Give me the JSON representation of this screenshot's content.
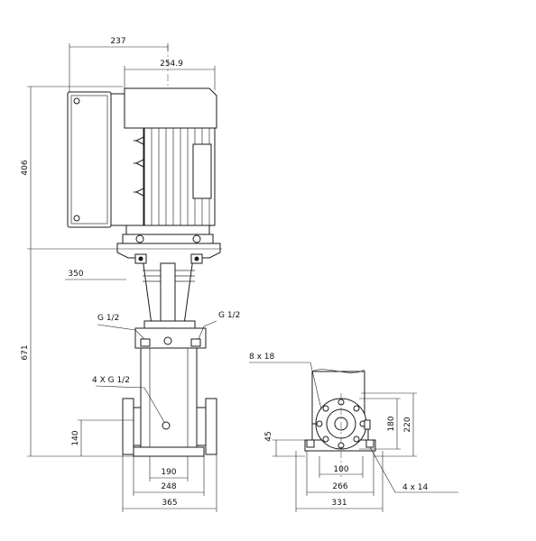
{
  "dimensions": {
    "d237": "237",
    "d254_9": "254.9",
    "d406": "406",
    "d350": "350",
    "d671": "671",
    "d140": "140",
    "d190": "190",
    "d248": "248",
    "d365": "365",
    "d45": "45",
    "d100": "100",
    "d266": "266",
    "d331": "331",
    "d180": "180",
    "d220": "220"
  },
  "callouts": {
    "g_left": "G 1/2",
    "g_right": "G 1/2",
    "g_4x": "4 X G 1/2",
    "holes_8x18": "8  x  18",
    "holes_4x14": "4  x  14"
  }
}
